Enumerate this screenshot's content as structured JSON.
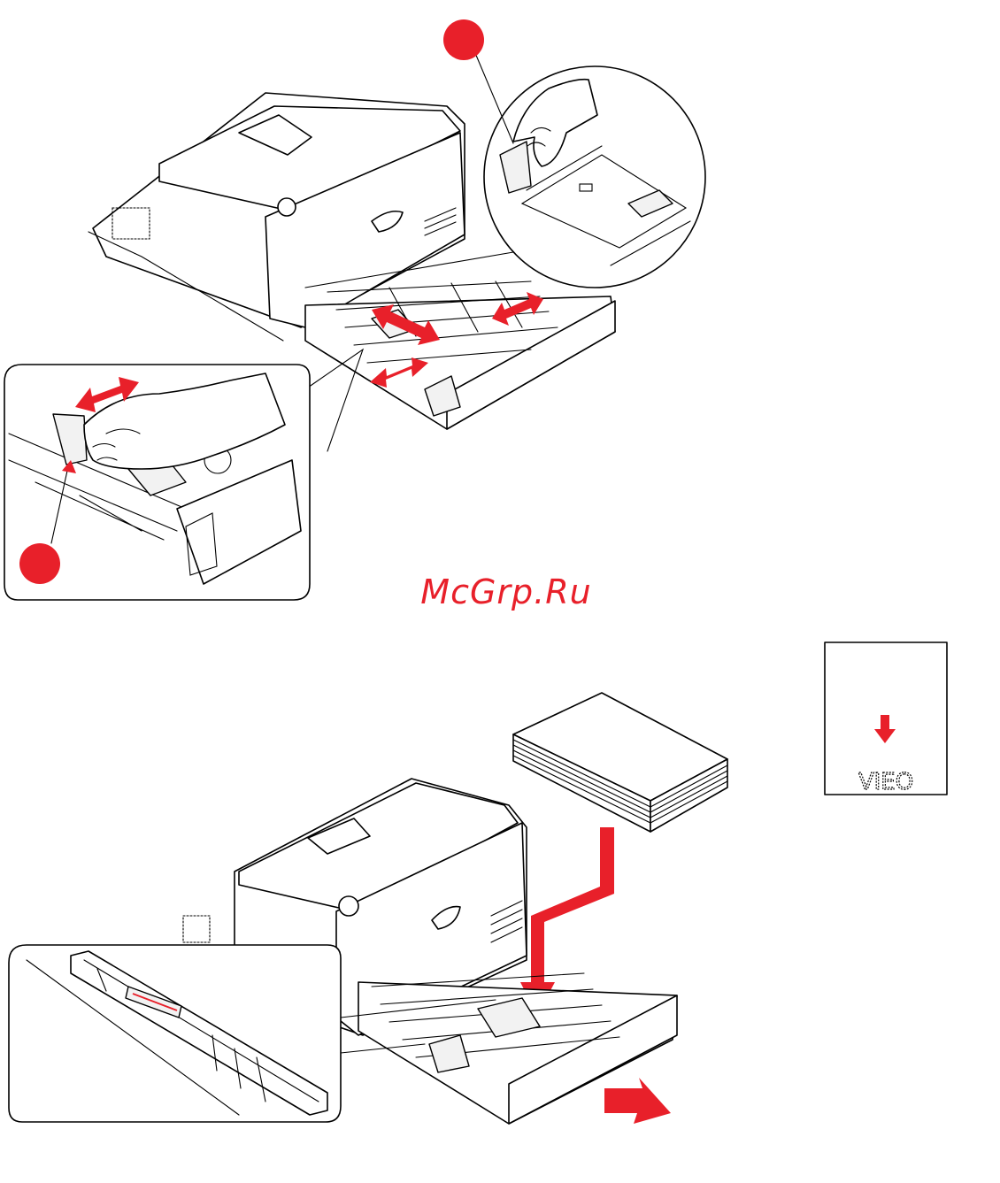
{
  "watermark": {
    "text": "McGrp.Ru",
    "color": "#e8202a"
  },
  "paper_label": {
    "text": "VIEO"
  },
  "colors": {
    "accent": "#e8202a",
    "line": "#000000",
    "background": "#ffffff"
  },
  "icons": [
    "callout-marker-circle",
    "double-headed-arrow",
    "down-arrow",
    "push-arrow",
    "paper-stack",
    "printer",
    "paper-tray",
    "hand"
  ]
}
